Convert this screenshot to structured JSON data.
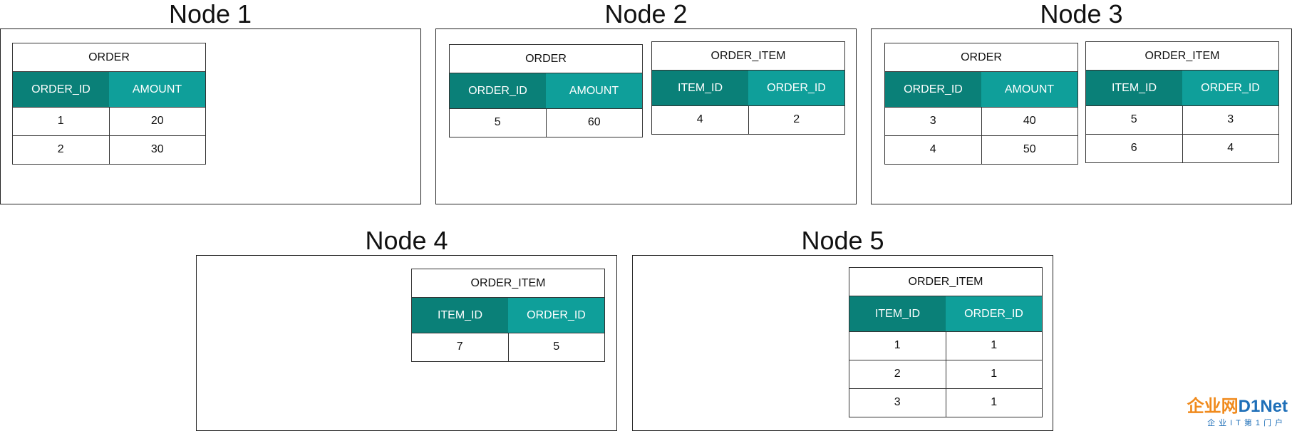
{
  "colors": {
    "header_dark": "#0a8078",
    "header_light": "#0f9f9a"
  },
  "nodes": [
    {
      "title": "Node 1",
      "tables": [
        {
          "name": "ORDER",
          "columns": [
            "ORDER_ID",
            "AMOUNT"
          ],
          "rows": [
            [
              "1",
              "20"
            ],
            [
              "2",
              "30"
            ]
          ]
        }
      ]
    },
    {
      "title": "Node 2",
      "tables": [
        {
          "name": "ORDER",
          "columns": [
            "ORDER_ID",
            "AMOUNT"
          ],
          "rows": [
            [
              "5",
              "60"
            ]
          ]
        },
        {
          "name": "ORDER_ITEM",
          "columns": [
            "ITEM_ID",
            "ORDER_ID"
          ],
          "rows": [
            [
              "4",
              "2"
            ]
          ]
        }
      ]
    },
    {
      "title": "Node 3",
      "tables": [
        {
          "name": "ORDER",
          "columns": [
            "ORDER_ID",
            "AMOUNT"
          ],
          "rows": [
            [
              "3",
              "40"
            ],
            [
              "4",
              "50"
            ]
          ]
        },
        {
          "name": "ORDER_ITEM",
          "columns": [
            "ITEM_ID",
            "ORDER_ID"
          ],
          "rows": [
            [
              "5",
              "3"
            ],
            [
              "6",
              "4"
            ]
          ]
        }
      ]
    },
    {
      "title": "Node 4",
      "tables": [
        {
          "name": "ORDER_ITEM",
          "columns": [
            "ITEM_ID",
            "ORDER_ID"
          ],
          "rows": [
            [
              "7",
              "5"
            ]
          ]
        }
      ]
    },
    {
      "title": "Node 5",
      "tables": [
        {
          "name": "ORDER_ITEM",
          "columns": [
            "ITEM_ID",
            "ORDER_ID"
          ],
          "rows": [
            [
              "1",
              "1"
            ],
            [
              "2",
              "1"
            ],
            [
              "3",
              "1"
            ]
          ]
        }
      ]
    }
  ],
  "watermark": {
    "logo_cn": "企业网",
    "logo_en": "D1Net",
    "tagline": "企业IT第1门户"
  }
}
